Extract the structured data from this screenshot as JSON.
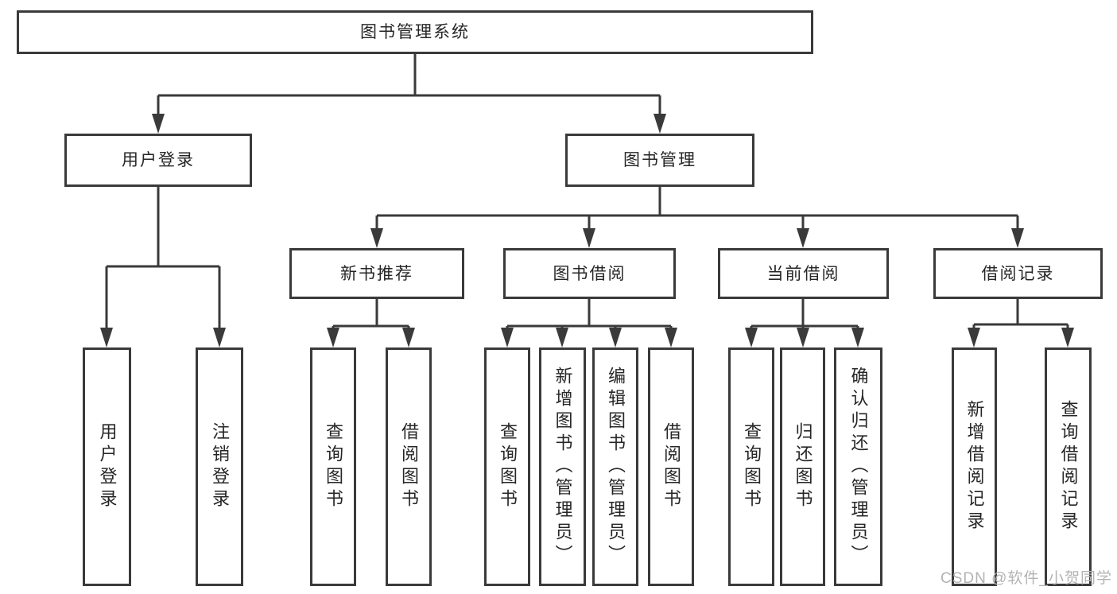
{
  "nodes": {
    "root": "图书管理系统",
    "level2": {
      "user_login": "用户登录",
      "book_mgmt": "图书管理"
    },
    "level3": {
      "new_books": "新书推荐",
      "borrow": "图书借阅",
      "current": "当前借阅",
      "records": "借阅记录"
    },
    "leaves": {
      "user_login": [
        "用户登录",
        "注销登录"
      ],
      "new_books": [
        "查询图书",
        "借阅图书"
      ],
      "borrow": [
        "查询图书",
        "新增图书（管理员）",
        "编辑图书（管理员）",
        "借阅图书"
      ],
      "current": [
        "查询图书",
        "归还图书",
        "确认归还（管理员）"
      ],
      "records": [
        "新增借阅记录",
        "查询借阅记录"
      ]
    }
  },
  "watermark": "CSDN @软件_小贺同学",
  "colors": {
    "line": "#3a3a3a",
    "text": "#262626",
    "watermark": "#b3b3b6",
    "background": "#ffffff"
  }
}
